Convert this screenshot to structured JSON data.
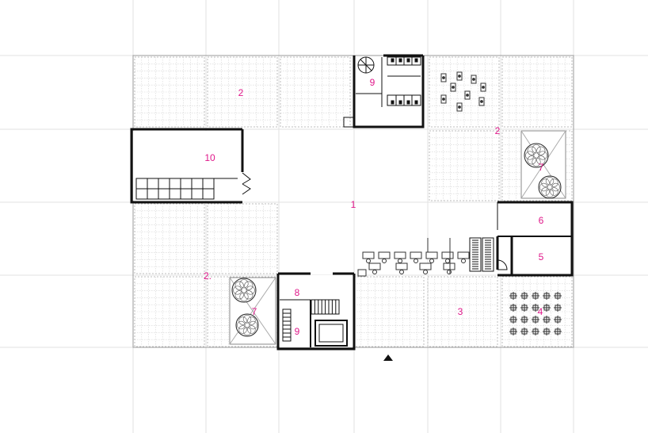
{
  "plan": {
    "colors": {
      "label": "#e0188a",
      "wall": "#111111",
      "grid": "#c9c9c9",
      "guide": "#e2e2e2",
      "outline": "#9a9a9a"
    },
    "labels": {
      "central_space": "1",
      "workspace_nw": "2",
      "workspace_ne": "2",
      "workspace_sw": "2.",
      "exhibition": "3",
      "cafe": "4",
      "room_5": "5",
      "room_6": "6",
      "garden_e": "7",
      "garden_s": "7",
      "room_8": "8",
      "core_n": "9",
      "core_s": "9",
      "hall_10": "10"
    },
    "icons": [
      "entrance-arrow-icon",
      "spiral-stair-icon",
      "stair-icon",
      "escalator-icon",
      "tree-icon",
      "table-icon",
      "desk-icon",
      "door-icon",
      "toilet-icon"
    ]
  }
}
